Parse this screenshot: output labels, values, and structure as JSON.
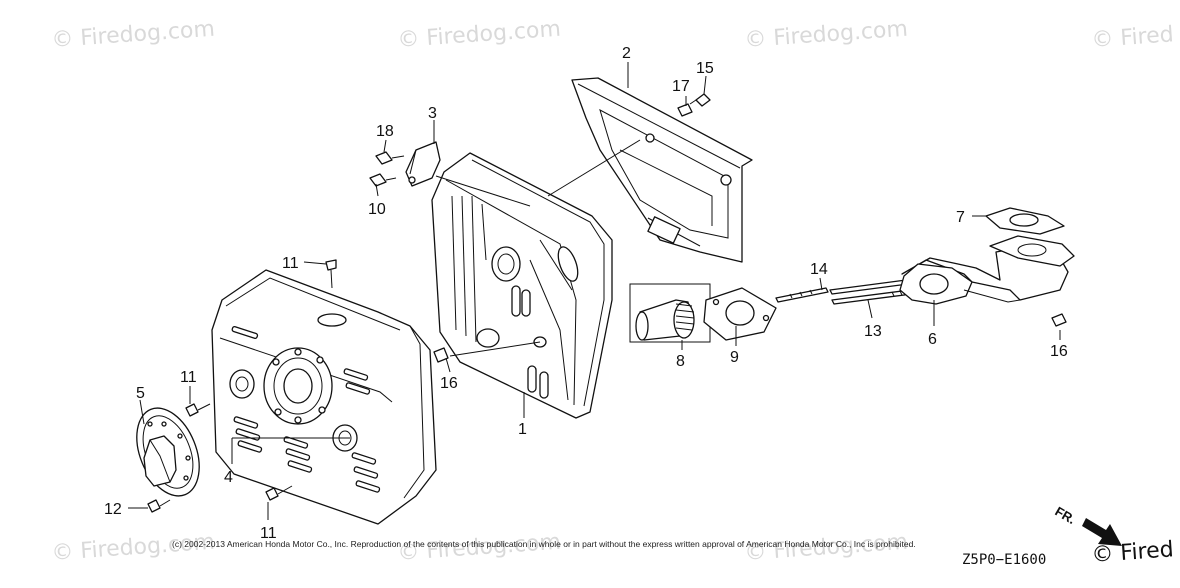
{
  "watermarks": [
    "© Firedog.com",
    "© Firedog.com",
    "© Firedog.com",
    "© Fired",
    "© Firedog.com",
    "© Firedog.com",
    "© Firedog.com",
    "© Fired"
  ],
  "labels": {
    "p1": "1",
    "p2": "2",
    "p3": "3",
    "p4": "4",
    "p5": "5",
    "p6": "6",
    "p7": "7",
    "p8": "8",
    "p9": "9",
    "p10": "10",
    "p11a": "11",
    "p11b": "11",
    "p11c": "11",
    "p12": "12",
    "p13": "13",
    "p14": "14",
    "p15": "15",
    "p16a": "16",
    "p16b": "16",
    "p17": "17",
    "p18": "18"
  },
  "copyright": "(c) 2002-2013 American Honda Motor Co., Inc. Reproduction of the contents of this publication in whole or in part without the express written approval of American Honda Motor Co., Inc is prohibited.",
  "diagram_code": "Z5P0−E1600",
  "direction_label": "FR."
}
